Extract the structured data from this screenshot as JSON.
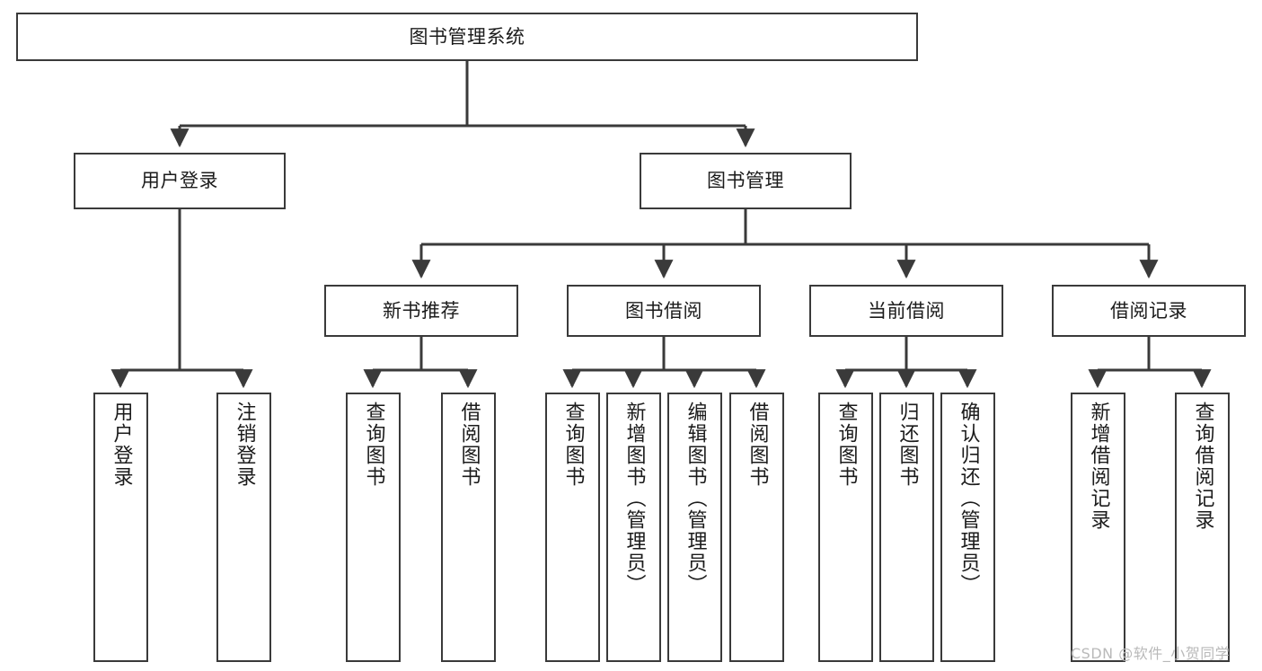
{
  "diagram": {
    "title": "图书管理系统",
    "type": "tree-hierarchy-diagram",
    "colors": {
      "stroke": "#3a3a3a",
      "fill": "#ffffff",
      "text": "#1b1b1b",
      "watermark": "#b9b9b9"
    },
    "root": {
      "label": "图书管理系统"
    },
    "level2": [
      {
        "label": "用户登录"
      },
      {
        "label": "图书管理"
      }
    ],
    "level3": [
      {
        "label": "新书推荐"
      },
      {
        "label": "图书借阅"
      },
      {
        "label": "当前借阅"
      },
      {
        "label": "借阅记录"
      }
    ],
    "leaves": {
      "user_login": [
        {
          "label": "用户登录"
        },
        {
          "label": "注销登录"
        }
      ],
      "new_book_recommend": [
        {
          "label": "查询图书"
        },
        {
          "label": "借阅图书"
        }
      ],
      "book_borrow": [
        {
          "label": "查询图书"
        },
        {
          "label": "新增图书（管理员）"
        },
        {
          "label": "编辑图书（管理员）"
        },
        {
          "label": "借阅图书"
        }
      ],
      "current_borrow": [
        {
          "label": "查询图书"
        },
        {
          "label": "归还图书"
        },
        {
          "label": "确认归还（管理员）"
        }
      ],
      "borrow_record": [
        {
          "label": "新增借阅记录"
        },
        {
          "label": "查询借阅记录"
        }
      ]
    }
  },
  "watermark": {
    "text": "CSDN @软件_小贺同学"
  }
}
